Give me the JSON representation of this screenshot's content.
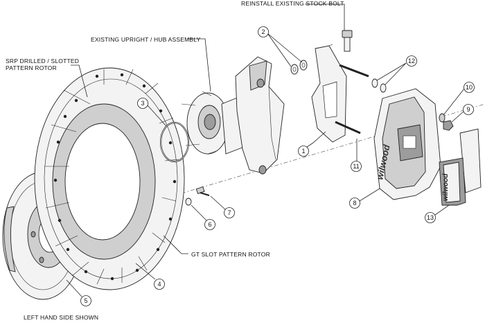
{
  "labels": {
    "reinstall_bolt": "REINSTALL EXISTING STOCK BOLT",
    "existing_upright": "EXISTING UPRIGHT / HUB ASSEMBLY",
    "srp_rotor_line1": "SRP DRILLED / SLOTTED",
    "srp_rotor_line2": "PATTERN ROTOR",
    "gt_slot_rotor": "GT SLOT PATTERN ROTOR",
    "left_hand_side": "LEFT HAND SIDE SHOWN"
  },
  "callouts": {
    "c1": "1",
    "c2": "2",
    "c3": "3",
    "c4": "4",
    "c5": "5",
    "c6": "6",
    "c7": "7",
    "c8": "8",
    "c9": "9",
    "c10": "10",
    "c11": "11",
    "c12": "12",
    "c13": "13"
  },
  "caliper_brand": "wilwood",
  "pad_brand": "wilwood"
}
